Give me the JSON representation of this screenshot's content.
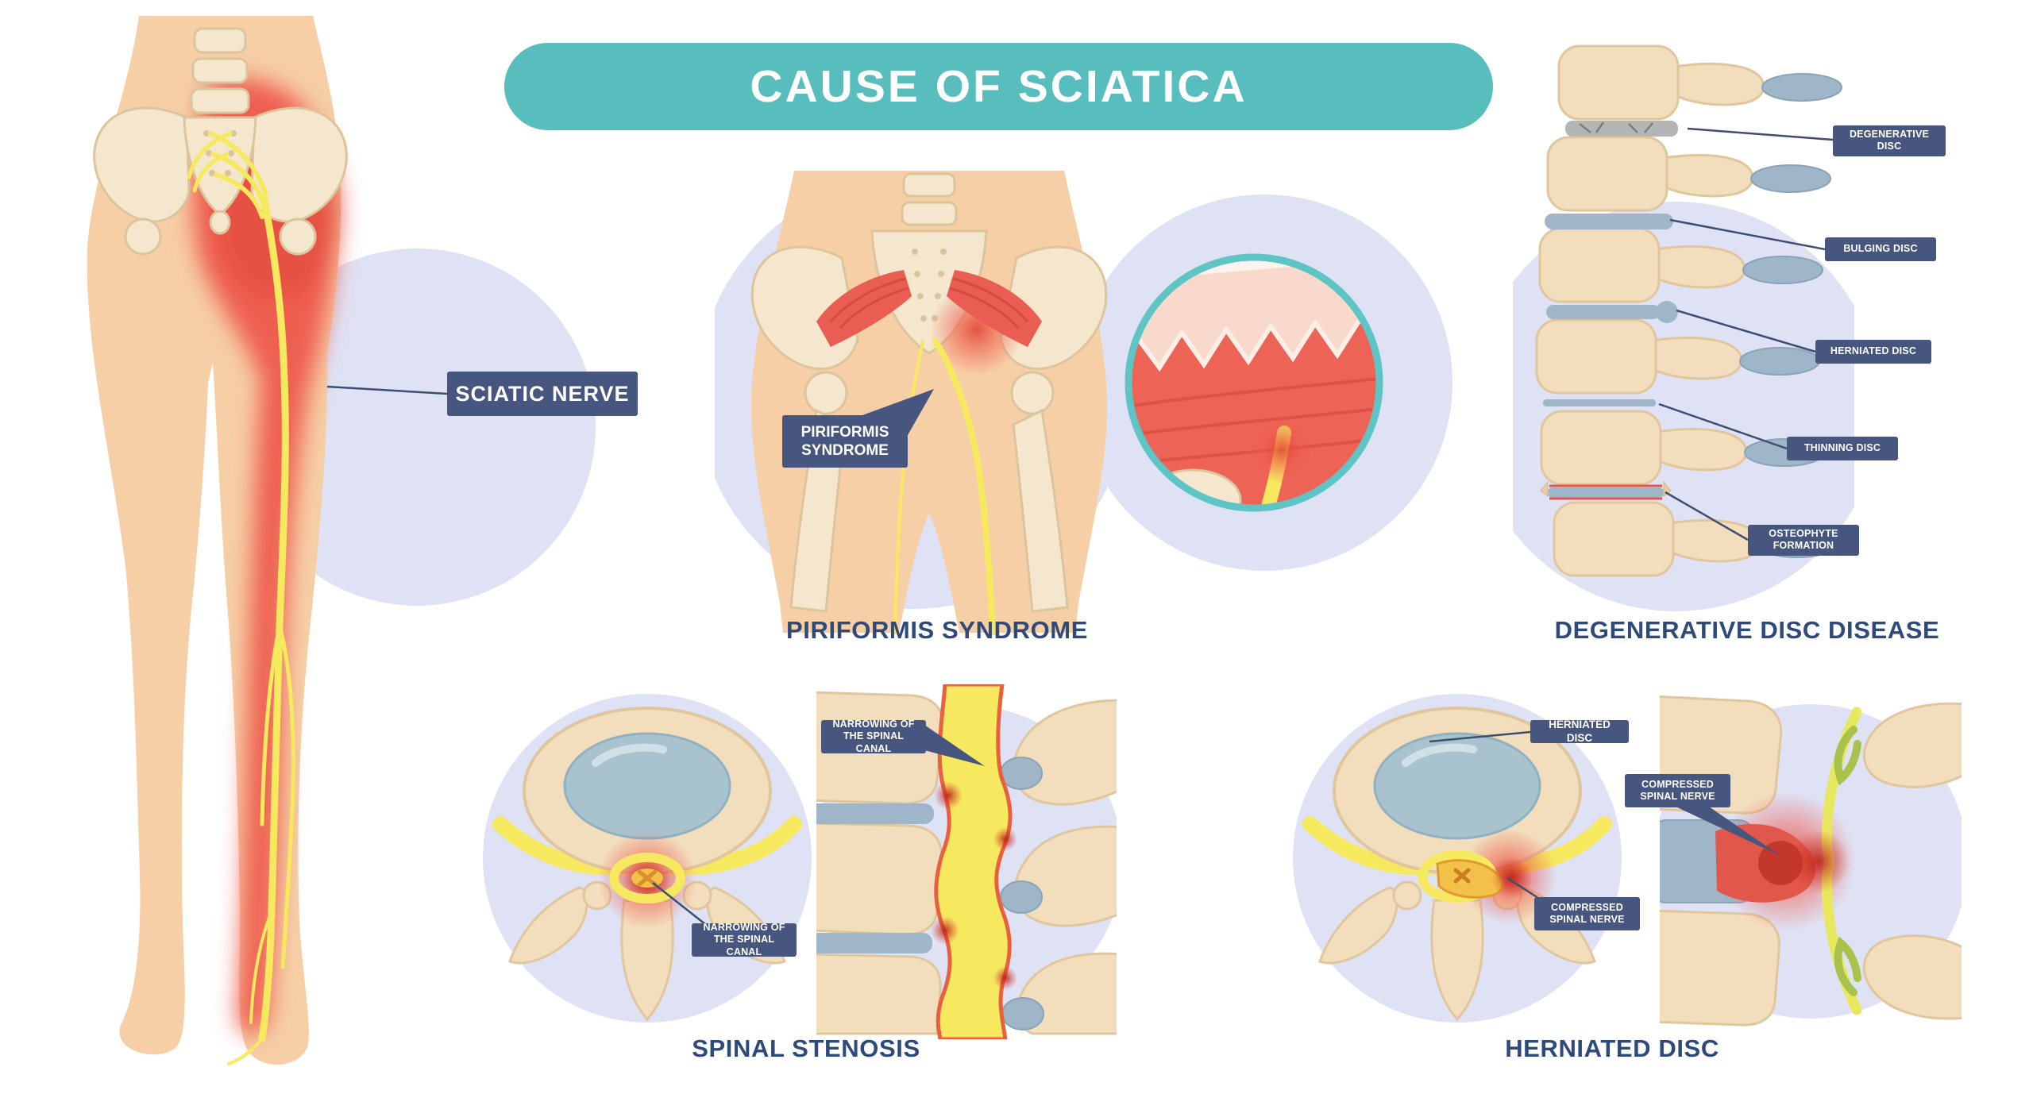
{
  "title": "CAUSE OF SCIATICA",
  "sciatic": {
    "label": "SCIATIC NERVE"
  },
  "piriformis": {
    "pointer_label": "PIRIFORMIS SYNDROME",
    "caption": "PIRIFORMIS SYNDROME"
  },
  "degenerative": {
    "caption": "DEGENERATIVE DISC DISEASE",
    "labels": [
      "DEGENERATIVE DISC",
      "BULGING DISC",
      "HERNIATED DISC",
      "THINNING DISC",
      "OSTEOPHYTE FORMATION"
    ]
  },
  "stenosis": {
    "caption": "SPINAL STENOSIS",
    "label_top": "NARROWING OF THE SPINAL CANAL",
    "label_bottom": "NARROWING OF THE SPINAL CANAL"
  },
  "herniated": {
    "caption": "HERNIATED DISC",
    "label_disc": "HERNIATED DISC",
    "label_nerve_right": "COMPRESSED SPINAL NERVE",
    "label_nerve_bottom": "COMPRESSED SPINAL NERVE"
  },
  "colors": {
    "banner_teal": "#57bdbd",
    "label_bg": "#47567e",
    "caption_text": "#2e4a7a",
    "skin": "#f6cfa6",
    "pain_red": "#ee5a4c",
    "deep_red": "#c4372c",
    "nerve_yellow": "#f6e85f",
    "bone": "#f2ddbd",
    "bone_stroke": "#e0c69c",
    "disc_blue": "#9fb6c8",
    "bg_circle_lavender": "#dfe2f4",
    "zoom_ring_teal": "#5fc4c4"
  }
}
